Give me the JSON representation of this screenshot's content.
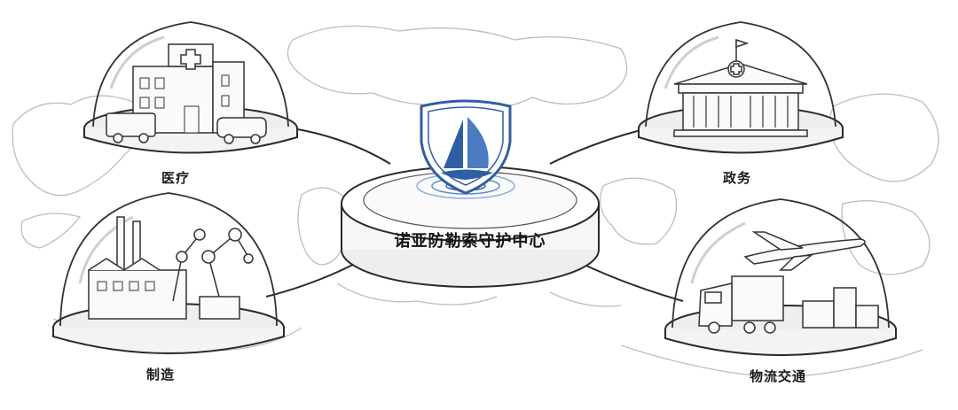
{
  "hub": {
    "label": "诺亚防勒索守护中心",
    "logo_icon": "sailboat-shield-icon",
    "accent_color": "#2f5fa3"
  },
  "sectors": {
    "healthcare": {
      "label": "医疗",
      "icon": "hospital-ambulance-icon"
    },
    "government": {
      "label": "政务",
      "icon": "government-building-icon"
    },
    "manufacturing": {
      "label": "制造",
      "icon": "factory-robot-arm-icon"
    },
    "logistics": {
      "label": "物流交通",
      "icon": "truck-airplane-icon"
    }
  },
  "colors": {
    "line": "#2a2a2a",
    "map": "#b8b8b8",
    "glass": "#f4f4f4"
  }
}
